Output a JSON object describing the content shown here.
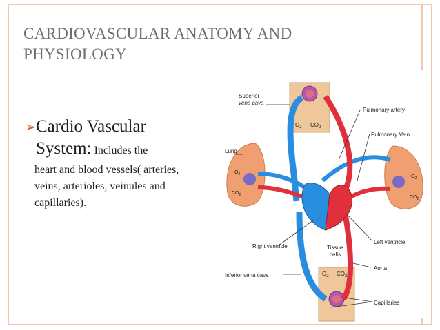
{
  "slide": {
    "title": "CARDIOVASCULAR ANATOMY AND PHYSIOLOGY",
    "bullet": {
      "lead": "Cardio Vascular System:",
      "lead_tail": " Includes the",
      "body": "heart and blood vessels( arteries, veins, arterioles, veinules and capillaries)."
    }
  },
  "diagram": {
    "labels": {
      "superior_vena_cava_1": "Superior",
      "superior_vena_cava_2": "vena cava",
      "pulmonary_artery": "Pulmonary artery",
      "pulmonary_vein": "Pulmonary Vein",
      "lung": "Lung",
      "right_ventricle": "Right ventricle",
      "left_ventricle": "Left ventricle",
      "tissue_cells_1": "Tissue",
      "tissue_cells_2": "cells",
      "aorta": "Aorta",
      "inferior_vena_cava": "Inferior vena cava",
      "capillaries": "Capillaries",
      "o2": "O",
      "co2": "CO",
      "sub2": "2"
    },
    "colors": {
      "vein": "#2a8ee0",
      "artery": "#e0303c",
      "tissue": "#efc79a",
      "lung": "#f0a070",
      "border": "#f3c7ae",
      "title": "#6e6e6e"
    }
  }
}
